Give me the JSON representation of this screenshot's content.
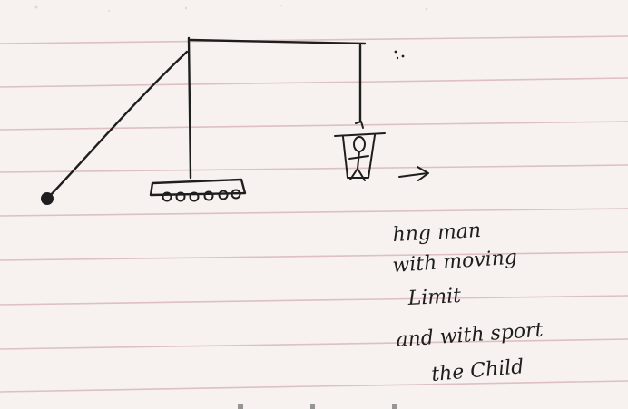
{
  "note": {
    "lines": [
      "hng man",
      "with moving",
      "Limit",
      "and with sport",
      "the Child"
    ]
  },
  "colors": {
    "paper": "#f7f2ef",
    "rule_line": "#d9b8ba",
    "ink": "#1e1e1e"
  }
}
